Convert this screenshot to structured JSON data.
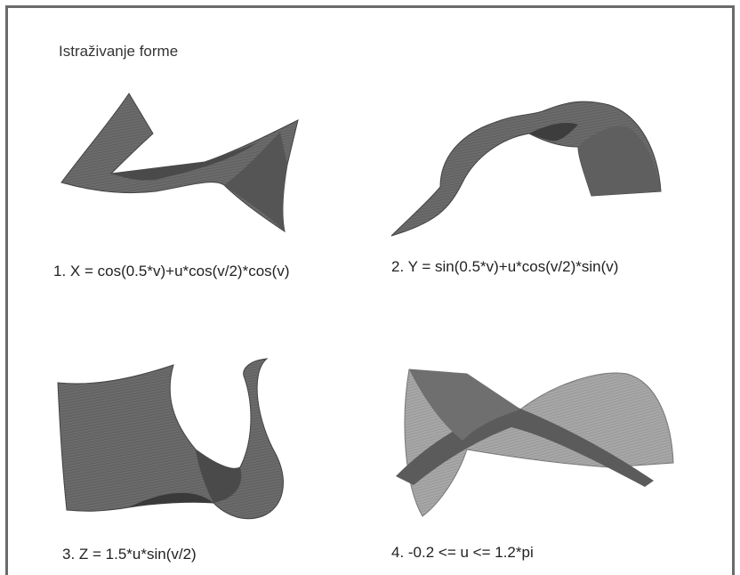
{
  "title": "Istraživanje forme",
  "captions": [
    "1.  X = cos(0.5*v)+u*cos(v/2)*cos(v)",
    "2.   Y = sin(0.5*v)+u*cos(v/2)*sin(v)",
    "3.   Z = 1.5*u*sin(v/2)",
    "4.   -0.2 <= u <= 1.2*pi"
  ],
  "colors": {
    "frame": "#6a6a6a",
    "surface_dark": "#3f3f3f",
    "surface_mid": "#6e6e6e",
    "surface_light": "#a9a9a9"
  }
}
